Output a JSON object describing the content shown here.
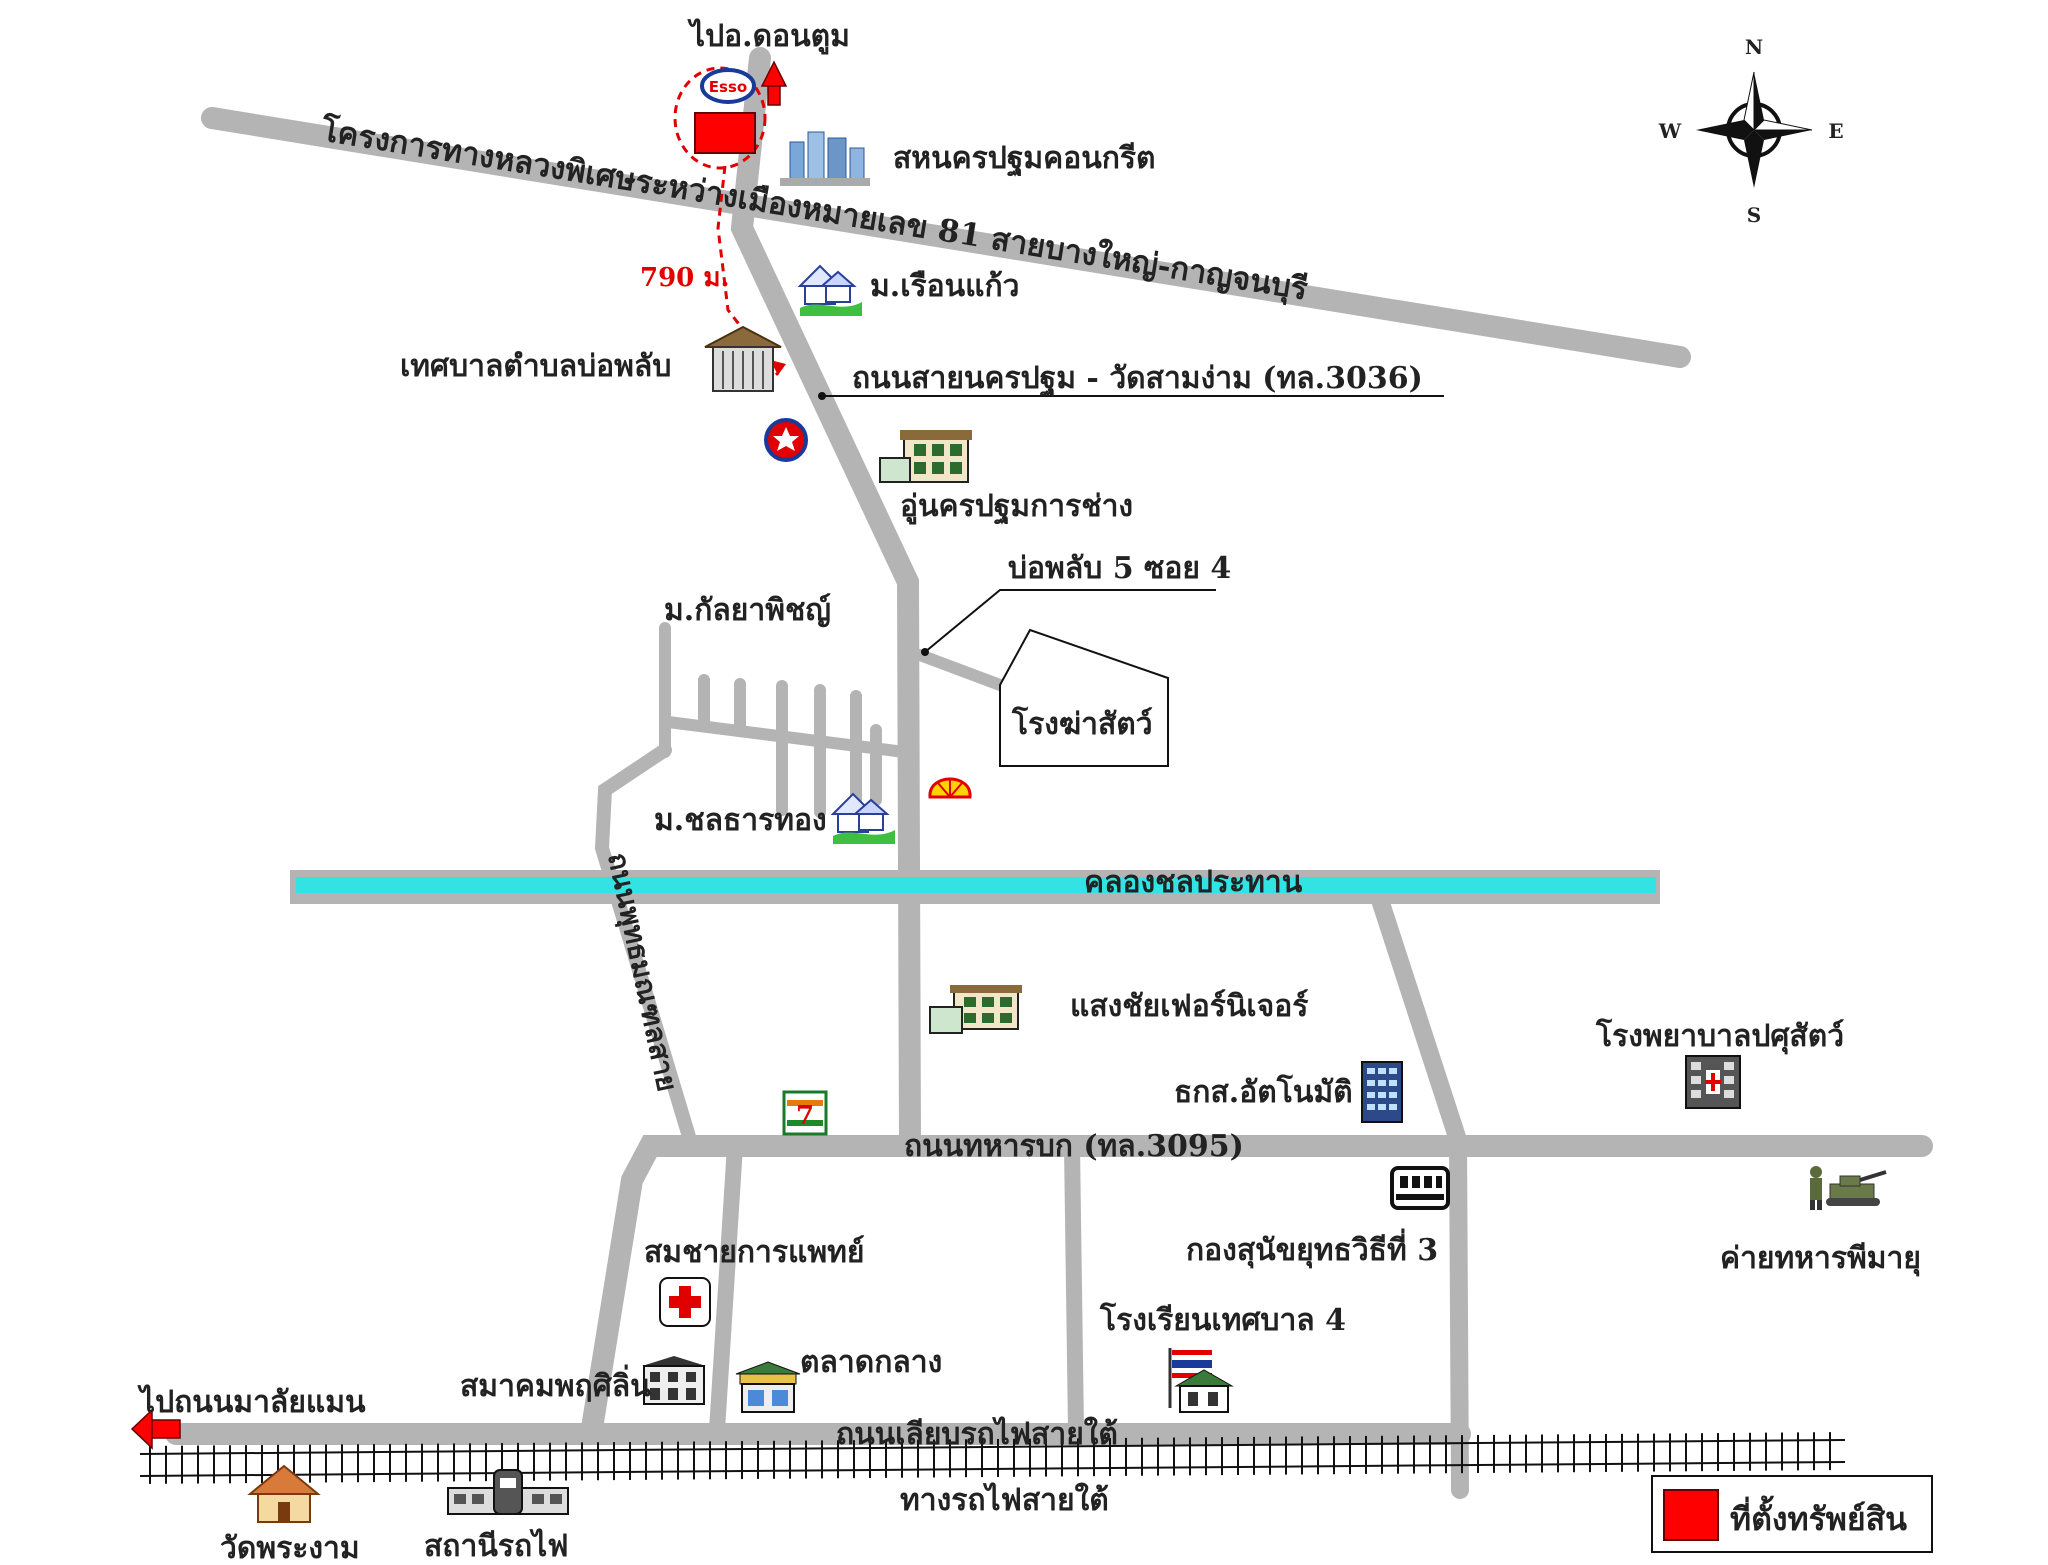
{
  "map": {
    "labels": {
      "to_don_tum": "ไปอ.ดอนตูม",
      "highway_81": "โครงการทางหลวงพิเศษระหว่างเมืองหมายเลข 81 สายบางใหญ่-กาญจนบุรี",
      "nakhon_pathom_concrete": "สหนครปฐมคอนกรีต",
      "distance": "790 ม.",
      "muean_kaeo": "ม.เรือนแก้ว",
      "bo_phlap_municipality": "เทศบาลตำบลบ่อพลับ",
      "road_3036": "ถนนสายนครปฐม - วัดสามง่าม (ทล.3036)",
      "garage": "อู่นครปฐมการช่าง",
      "soi_4": "บ่อพลับ 5 ซอย 4",
      "kanlaya_village": "ม.กัลยาพิชญ์",
      "slaughterhouse": "โรงฆ่าสัตว์",
      "chonthan_village": "ม.ชลธารทอง",
      "canal": "คลองชลประทาน",
      "phuttha_road": "ถนนพุทธมณฑลสาย",
      "furniture": "แสงชัยเฟอร์นิเจอร์",
      "vet_hospital": "โรงพยาบาลปศุสัตว์",
      "bank": "ธกส.อัตโนมัติ",
      "road_3095": "ถนนทหารบก (ทล.3095)",
      "battalion": "กองสุนัขยุทธวิธีที่ 3",
      "military_camp": "ค่ายทหารพีมายุ",
      "medical": "สมชายการแพทย์",
      "school": "โรงเรียนเทศบาล 4",
      "pharmacy": "สมาคมพฤศิลิ่น",
      "market": "ตลาดกลาง",
      "to_mahidol": "ไปถนนมาลัยแมน",
      "railway_road": "ถนนเลียบรถไฟสายใต้",
      "southern_railway": "ทางรถไฟสายใต้",
      "temple": "วัดพระงาม",
      "station": "สถานีรถไฟ"
    },
    "compass": {
      "n": "N",
      "s": "S",
      "e": "E",
      "w": "W"
    },
    "brands": {
      "esso": "Esso",
      "seven_eleven": "7"
    },
    "legend": {
      "label": "ที่ตั้งทรัพย์สิน"
    },
    "colors": {
      "road": "#b4b4b4",
      "canal": "#33e3e3",
      "property": "#ff0000",
      "route": "#e00000",
      "ink": "#222222"
    },
    "icons": [
      "esso-logo-icon",
      "concrete-plant-icon",
      "village-house-icon",
      "municipality-building-icon",
      "caltex-star-icon",
      "garage-building-icon",
      "shell-logo-icon",
      "seven-eleven-icon",
      "shop-building-icon",
      "apartment-tower-icon",
      "military-truck-icon",
      "soldier-tank-icon",
      "red-cross-icon",
      "thai-flag-school-icon",
      "temple-icon",
      "train-station-icon",
      "compass-rose-icon"
    ]
  }
}
